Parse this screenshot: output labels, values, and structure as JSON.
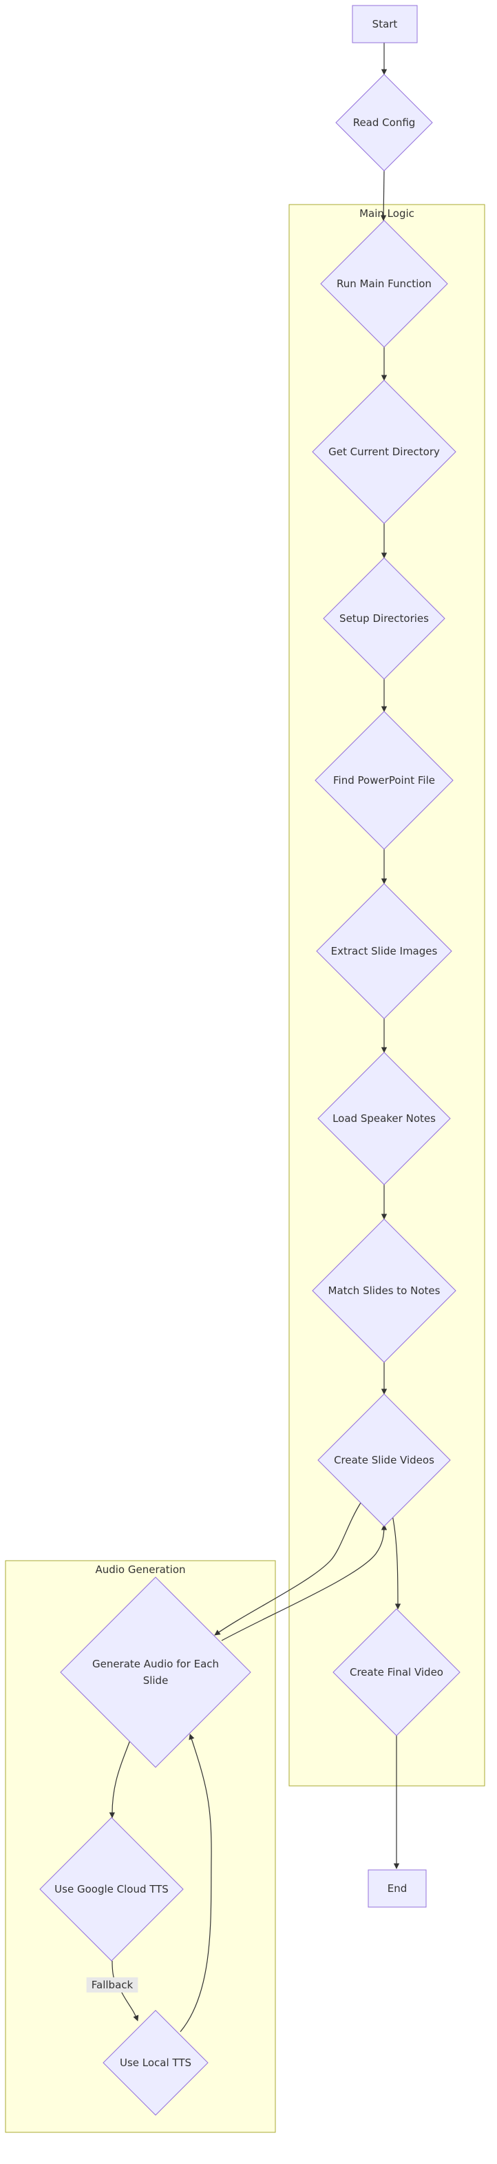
{
  "colors": {
    "node_fill": "#ECECFF",
    "node_stroke": "#9370DB",
    "cluster_fill": "#FFFFDE",
    "cluster_stroke": "#AAAA33",
    "edge": "#333333",
    "text": "#333333",
    "edge_label_bg": "#E8E8E8"
  },
  "clusters": [
    {
      "id": "main_logic",
      "label": "Main Logic"
    },
    {
      "id": "audio_generation",
      "label": "Audio Generation"
    }
  ],
  "nodes": [
    {
      "id": "start",
      "shape": "rect",
      "lines": [
        "Start"
      ]
    },
    {
      "id": "read_config",
      "shape": "diamond",
      "lines": [
        "Read Config"
      ]
    },
    {
      "id": "run_main",
      "shape": "diamond",
      "lines": [
        "Run Main Function"
      ]
    },
    {
      "id": "get_dir",
      "shape": "diamond",
      "lines": [
        "Get Current Directory"
      ]
    },
    {
      "id": "setup_dirs",
      "shape": "diamond",
      "lines": [
        "Setup Directories"
      ]
    },
    {
      "id": "find_ppt",
      "shape": "diamond",
      "lines": [
        "Find PowerPoint File"
      ]
    },
    {
      "id": "extract_images",
      "shape": "diamond",
      "lines": [
        "Extract Slide Images"
      ]
    },
    {
      "id": "load_notes",
      "shape": "diamond",
      "lines": [
        "Load Speaker Notes"
      ]
    },
    {
      "id": "match_slides",
      "shape": "diamond",
      "lines": [
        "Match Slides to Notes"
      ]
    },
    {
      "id": "create_slide_videos",
      "shape": "diamond",
      "lines": [
        "Create Slide Videos"
      ]
    },
    {
      "id": "create_final",
      "shape": "diamond",
      "lines": [
        "Create Final Video"
      ]
    },
    {
      "id": "gen_audio",
      "shape": "diamond",
      "lines": [
        "Generate Audio for Each",
        "Slide"
      ]
    },
    {
      "id": "google_tts",
      "shape": "diamond",
      "lines": [
        "Use Google Cloud TTS"
      ]
    },
    {
      "id": "local_tts",
      "shape": "diamond",
      "lines": [
        "Use Local TTS"
      ]
    },
    {
      "id": "end",
      "shape": "rect",
      "lines": [
        "End"
      ]
    }
  ],
  "edges": [
    {
      "from": "start",
      "to": "read_config",
      "label": ""
    },
    {
      "from": "read_config",
      "to": "run_main",
      "label": ""
    },
    {
      "from": "run_main",
      "to": "get_dir",
      "label": ""
    },
    {
      "from": "get_dir",
      "to": "setup_dirs",
      "label": ""
    },
    {
      "from": "setup_dirs",
      "to": "find_ppt",
      "label": ""
    },
    {
      "from": "find_ppt",
      "to": "extract_images",
      "label": ""
    },
    {
      "from": "extract_images",
      "to": "load_notes",
      "label": ""
    },
    {
      "from": "load_notes",
      "to": "match_slides",
      "label": ""
    },
    {
      "from": "match_slides",
      "to": "create_slide_videos",
      "label": ""
    },
    {
      "from": "create_slide_videos",
      "to": "gen_audio",
      "label": ""
    },
    {
      "from": "gen_audio",
      "to": "create_slide_videos",
      "label": ""
    },
    {
      "from": "create_slide_videos",
      "to": "create_final",
      "label": ""
    },
    {
      "from": "create_final",
      "to": "end",
      "label": ""
    },
    {
      "from": "gen_audio",
      "to": "google_tts",
      "label": ""
    },
    {
      "from": "google_tts",
      "to": "local_tts",
      "label": "Fallback"
    },
    {
      "from": "local_tts",
      "to": "gen_audio",
      "label": ""
    }
  ]
}
